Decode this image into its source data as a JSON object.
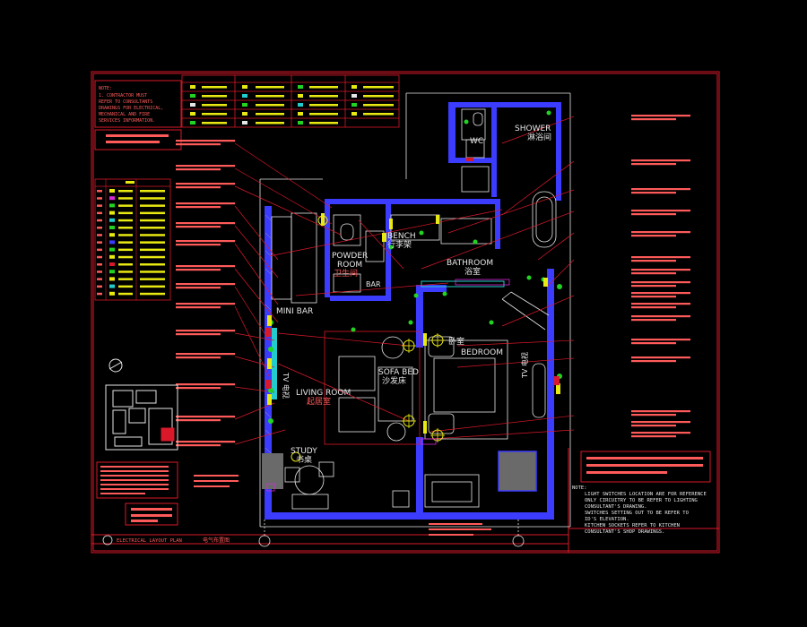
{
  "colors": {
    "background": "#000000",
    "border": "#d9192a",
    "text_red": "#ff5a5a",
    "wall_blue": "#3c3cff",
    "fixture_green": "#22d322",
    "fixture_yellow": "#e8e812",
    "fixture_cyan": "#22cccc",
    "magenta": "#d62ad6",
    "white": "#e6e6e6"
  },
  "notes_top_left": {
    "lines": [
      "NOTE:",
      "1. CONTRACTOR MUST",
      "REFER TO CONSULTANTS",
      "DRAWINGS FOR ELECTRICAL,",
      "MECHANICAL AND FIRE",
      "SERVICES INFORMATION."
    ]
  },
  "rooms": {
    "wc": "WC",
    "shower_en": "SHOWER",
    "shower_cn": "淋浴间",
    "powder_en": "POWDER",
    "powder_room": "ROOM",
    "powder_cn": "卫生间",
    "bench_en": "BENCH",
    "bench_cn": "行李架",
    "bathroom_en": "BATHROOM",
    "bathroom_cn": "浴室",
    "bar_small": "BAR",
    "minibar": "MINI BAR",
    "bedroom_cn": "卧室",
    "bedroom_en": "BEDROOM",
    "sofabed_en": "SOFA BED",
    "sofabed_cn": "沙发床",
    "living_en": "LIVING ROOM",
    "living_cn": "起居室",
    "study_en": "STUDY",
    "study_cn": "书桌",
    "tv_left": "TV 电视",
    "tv_right": "TV 电视"
  },
  "notes_bottom_right": {
    "lines": [
      "NOTE:",
      "LIGHT SWITCHES LOCATION ARE FOR REFERENCE",
      "ONLY CIRCUITRY TO BE REFER TO LIGHTING",
      "CONSULTANT'S DRAWING.",
      "SWITCHES SETTING OUT TO BE REFER TO",
      "ID'S ELEVATION.",
      "KITCHEN SOCKETS REFER TO KITCHEN",
      "CONSULTANT'S SHOP DRAWINGS."
    ]
  },
  "title_block": {
    "title": "ELECTRICAL LAYOUT PLAN",
    "subtitle": "电气布置图"
  }
}
